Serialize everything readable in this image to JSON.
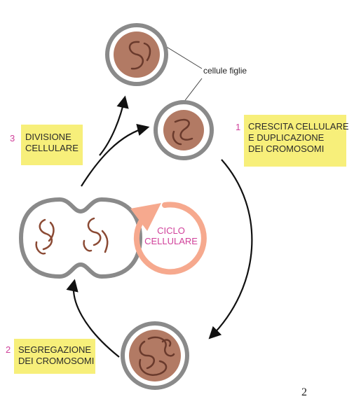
{
  "labels": {
    "daughter_cells": "cellule figlie",
    "center": [
      "CICLO",
      "CELLULARE"
    ]
  },
  "steps": [
    {
      "number": "1",
      "lines": [
        "CRESCITA CELLULARE",
        "E DUPLICAZIONE",
        "DEI CROMOSOMI"
      ]
    },
    {
      "number": "2",
      "lines": [
        "SEGREGAZIONE",
        "DEI CROMOSOMI"
      ]
    },
    {
      "number": "3",
      "lines": [
        "DIVISIONE",
        "CELLULARE"
      ]
    }
  ],
  "page_number": "2",
  "colors": {
    "label_box": "#f7ef7a",
    "step_number": "#d0409a",
    "center_text": "#d0409a",
    "center_ring": "#f6a98e",
    "cell_membrane": "#8a8a8a",
    "nucleus": "#b27a64",
    "chromosome": "#6a3a2c",
    "arrow": "#111111"
  }
}
